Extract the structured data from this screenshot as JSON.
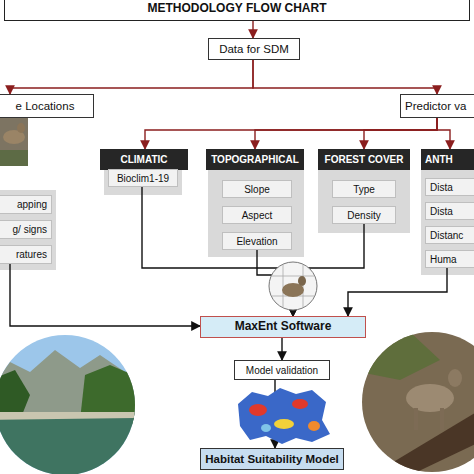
{
  "diagram": {
    "nodes": [
      {
        "text": [
          "METHODOLOGY FLOW CHART"
        ]
      },
      {
        "text": [
          "Data for SDM"
        ]
      },
      {
        "text": [
          "e Locations"
        ]
      },
      {
        "text": [
          "Predictor va"
        ]
      },
      {
        "text": [
          "CLIMATIC"
        ]
      },
      {
        "text": [
          "TOPOGRAPHICAL"
        ]
      },
      {
        "text": [
          "FOREST COVER"
        ]
      },
      {
        "text": [
          "ANTH"
        ]
      },
      {
        "text": [
          "apping"
        ]
      },
      {
        "text": [
          "g/ signs"
        ]
      },
      {
        "text": [
          "ratures"
        ]
      },
      {
        "text": [
          "Bioclim1-19"
        ]
      },
      {
        "text": [
          "Slope"
        ]
      },
      {
        "text": [
          "Aspect"
        ]
      },
      {
        "text": [
          "Elevation"
        ]
      },
      {
        "text": [
          "Type"
        ]
      },
      {
        "text": [
          "Density"
        ]
      },
      {
        "text": [
          "Dista"
        ]
      },
      {
        "text": [
          "Dista"
        ]
      },
      {
        "text": [
          "Distanc"
        ]
      },
      {
        "text": [
          "Huma"
        ]
      },
      {
        "text": [
          "MaxEnt Software"
        ]
      },
      {
        "text": [
          "Model validation"
        ]
      },
      {
        "text": [
          "Habitat Suitability Model"
        ]
      }
    ],
    "edges": [
      {
        "from": 0,
        "to": 1,
        "arrow": "to"
      },
      {
        "from": 1,
        "to": 2,
        "arrow": "to"
      },
      {
        "from": 1,
        "to": 3,
        "arrow": "to"
      },
      {
        "from": 3,
        "to": 4,
        "arrow": "to"
      },
      {
        "from": 3,
        "to": 5,
        "arrow": "to"
      },
      {
        "from": 3,
        "to": 6,
        "arrow": "to"
      },
      {
        "from": 3,
        "to": 7,
        "arrow": "to"
      },
      {
        "from": 11,
        "to": 21,
        "arrow": "to"
      },
      {
        "from": 14,
        "to": 21,
        "arrow": "to"
      },
      {
        "from": 16,
        "to": 21,
        "arrow": "to"
      },
      {
        "from": 20,
        "to": 21,
        "arrow": "to"
      },
      {
        "from": 10,
        "to": 21,
        "arrow": "to"
      },
      {
        "from": 21,
        "to": 22,
        "arrow": "to"
      },
      {
        "from": 22,
        "to": 23,
        "arrow": "to"
      }
    ]
  }
}
